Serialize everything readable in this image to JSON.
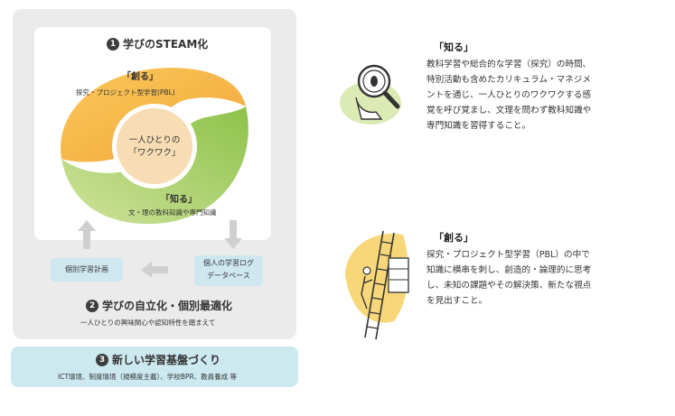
{
  "left_panel": {
    "section1": {
      "number": "1",
      "title": "学びのSTEAM化"
    },
    "create": {
      "label": "「創る」",
      "sub": "探究・プロジェクト型学習(PBL)"
    },
    "know": {
      "label": "「知る」",
      "sub": "文・理の教科知識や専門知識"
    },
    "center": {
      "line1": "一人ひとりの",
      "line2": "「ワクワク」"
    },
    "box_plan": "個別学習計画",
    "box_log": {
      "line1": "個人の学習ログ",
      "line2": "データベース"
    },
    "section2": {
      "number": "2",
      "title": "学びの自立化・個別最適化",
      "sub": "一人ひとりの興味関心や認知特性を踏まえて"
    },
    "section3": {
      "number": "3",
      "title": "新しい学習基盤づくり",
      "sub": "ICT環境、制度環境（規模度主義）、学校BPR、教員養成 等"
    }
  },
  "right_panel": {
    "know": {
      "heading": "「知る」",
      "lines": [
        "教科学習や総合的な学習（探究）の時間、",
        "特別活動も含めたカリキュラム・マネジメ",
        "ントを通じ、一人ひとりのワクワクする感",
        "覚を呼び覚まし、文理を問わず教科知識や",
        "専門知識を習得すること。"
      ]
    },
    "create": {
      "heading": "「創る」",
      "lines": [
        "探究・プロジェクト型学習（PBL）の中で",
        "知識に横串を刺し、創造的・論理的に思考",
        "し、未知の課題やその解決策、新たな視点",
        "を見出すこと。"
      ]
    }
  },
  "colors": {
    "orange": "#f7b648",
    "green": "#a9cf5d",
    "center_fill": "#f6d9b0",
    "blue_box": "#cfe8f0",
    "gray_arrow": "#cfcfcf"
  }
}
